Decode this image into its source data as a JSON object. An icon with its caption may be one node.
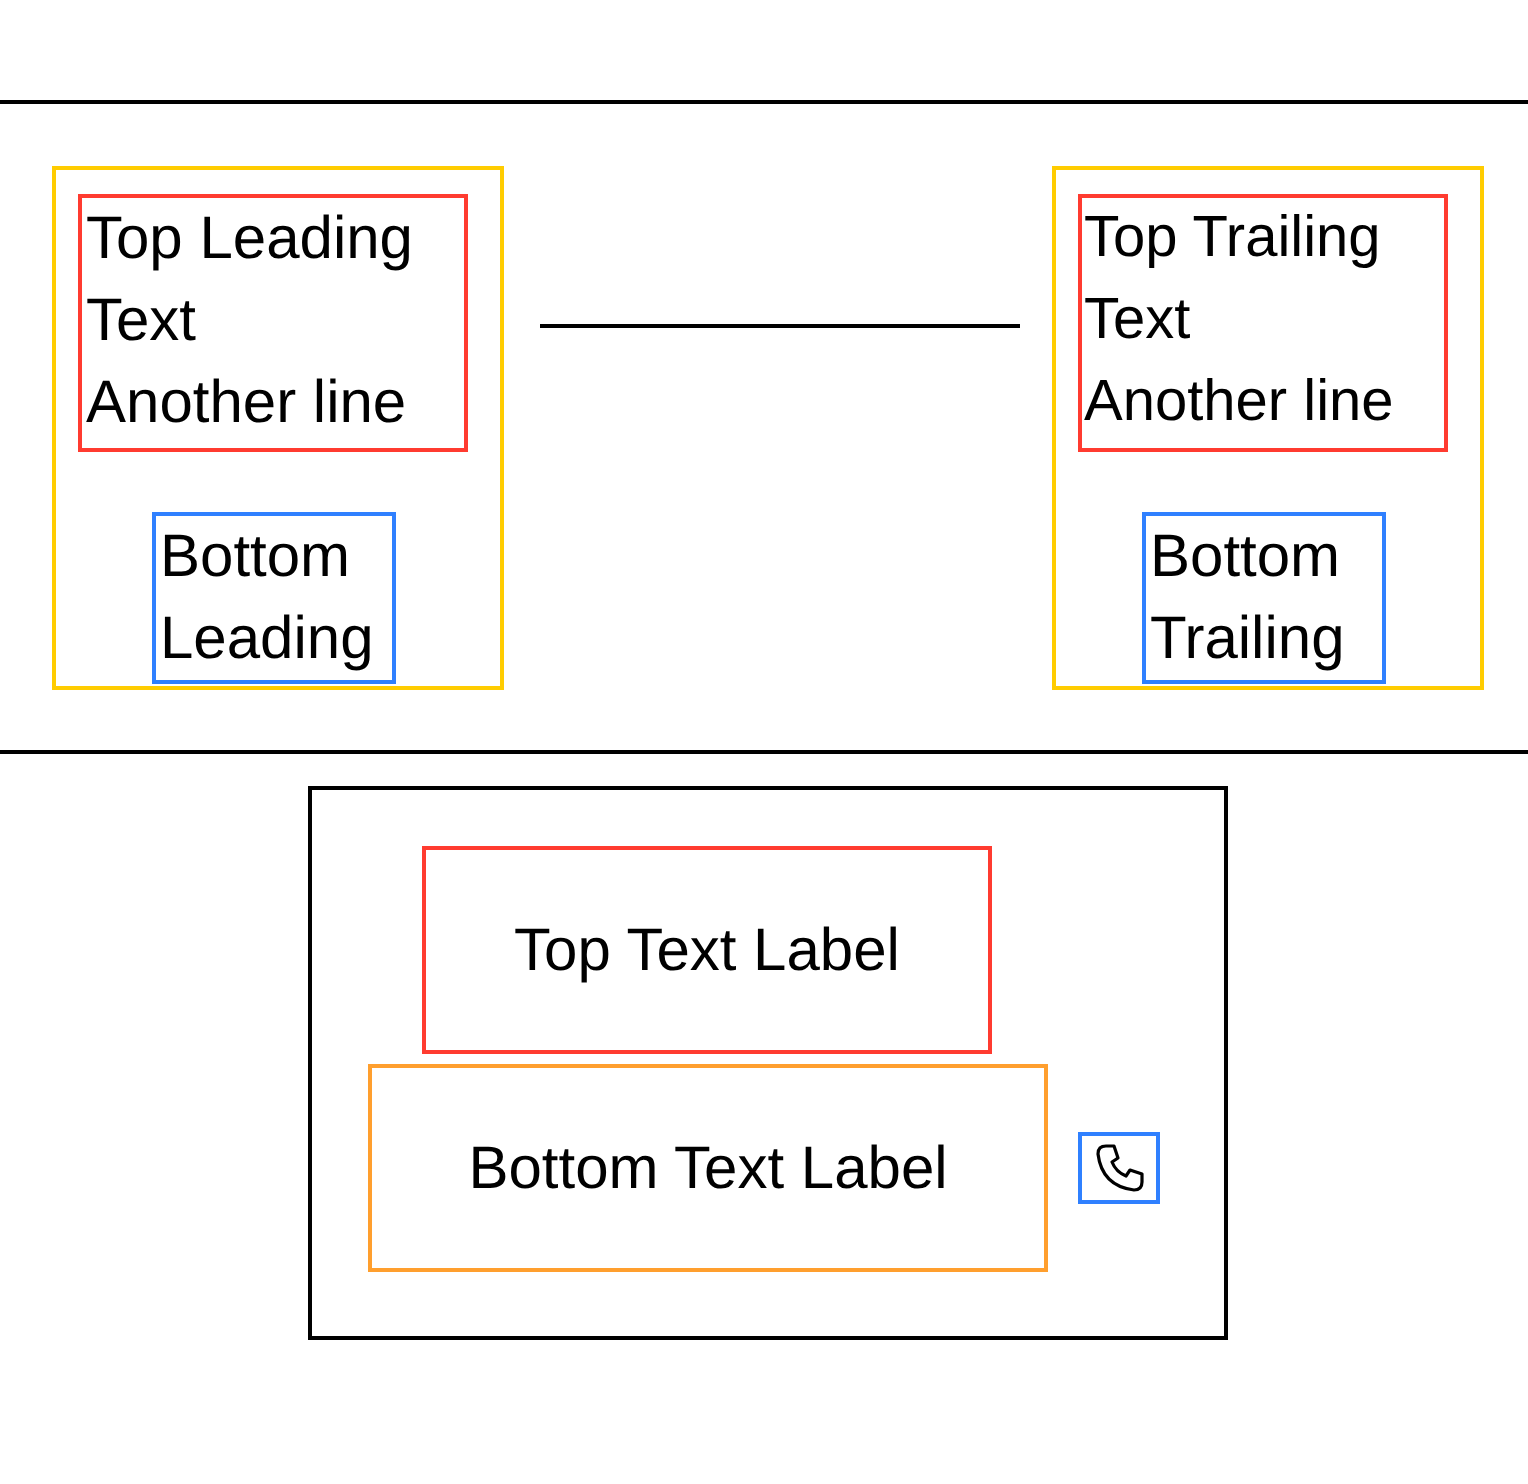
{
  "diagram": {
    "nodes": [
      {
        "text": [],
        "shape": "box"
      },
      {
        "text": [
          "Top Leading Text",
          "Another line"
        ],
        "in": 0
      },
      {
        "text": [
          "Bottom Leading"
        ],
        "in": 0
      },
      {
        "text": [],
        "shape": "box"
      },
      {
        "text": [
          "Top Trailing Text",
          "Another line"
        ],
        "in": 3
      },
      {
        "text": [
          "Bottom Trailing"
        ],
        "in": 3
      },
      {
        "text": [],
        "shape": "box"
      },
      {
        "text": [
          "Top Text Label"
        ],
        "in": 6
      },
      {
        "text": [
          "Bottom Text Label"
        ],
        "in": 6
      },
      {
        "text": [],
        "shape": "picture",
        "in": 6
      }
    ]
  }
}
